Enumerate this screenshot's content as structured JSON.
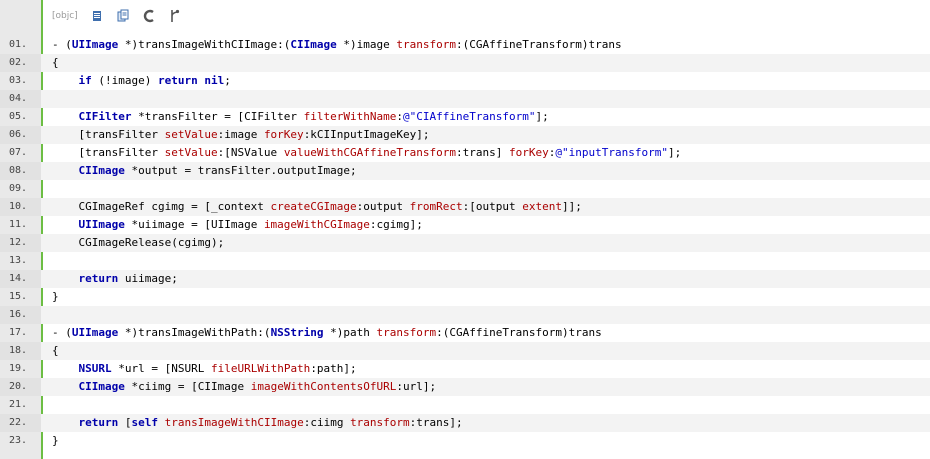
{
  "toolbar": {
    "language_label": "[objc]",
    "buttons": [
      {
        "name": "view-source-icon"
      },
      {
        "name": "copy-icon"
      },
      {
        "name": "highlight-icon"
      },
      {
        "name": "fork-icon"
      }
    ]
  },
  "code": {
    "lines": [
      {
        "n": "01.",
        "tokens": [
          [
            "p",
            "- ("
          ],
          [
            "ty",
            "UIImage"
          ],
          [
            "p",
            " *)transImageWithCIImage:("
          ],
          [
            "ty",
            "CIImage"
          ],
          [
            "p",
            " *)image "
          ],
          [
            "mt",
            "transform"
          ],
          [
            "p",
            ":(CGAffineTransform)trans"
          ]
        ]
      },
      {
        "n": "02.",
        "tokens": [
          [
            "p",
            "{"
          ]
        ]
      },
      {
        "n": "03.",
        "tokens": [
          [
            "p",
            "    "
          ],
          [
            "kw",
            "if"
          ],
          [
            "p",
            " (!image) "
          ],
          [
            "kw",
            "return"
          ],
          [
            "p",
            " "
          ],
          [
            "kw",
            "nil"
          ],
          [
            "p",
            ";"
          ]
        ]
      },
      {
        "n": "04.",
        "tokens": []
      },
      {
        "n": "05.",
        "tokens": [
          [
            "p",
            "    "
          ],
          [
            "ty",
            "CIFilter"
          ],
          [
            "p",
            " *transFilter = [CIFilter "
          ],
          [
            "mt",
            "filterWithName"
          ],
          [
            "p",
            ":"
          ],
          [
            "st",
            "@\"CIAffineTransform\""
          ],
          [
            "p",
            "];"
          ]
        ]
      },
      {
        "n": "06.",
        "tokens": [
          [
            "p",
            "    [transFilter "
          ],
          [
            "mt",
            "setValue"
          ],
          [
            "p",
            ":image "
          ],
          [
            "mt",
            "forKey"
          ],
          [
            "p",
            ":kCIInputImageKey];"
          ]
        ]
      },
      {
        "n": "07.",
        "tokens": [
          [
            "p",
            "    [transFilter "
          ],
          [
            "mt",
            "setValue"
          ],
          [
            "p",
            ":[NSValue "
          ],
          [
            "mt",
            "valueWithCGAffineTransform"
          ],
          [
            "p",
            ":trans] "
          ],
          [
            "mt",
            "forKey"
          ],
          [
            "p",
            ":"
          ],
          [
            "st",
            "@\"inputTransform\""
          ],
          [
            "p",
            "];"
          ]
        ]
      },
      {
        "n": "08.",
        "tokens": [
          [
            "p",
            "    "
          ],
          [
            "ty",
            "CIImage"
          ],
          [
            "p",
            " *output = transFilter.outputImage;"
          ]
        ]
      },
      {
        "n": "09.",
        "tokens": []
      },
      {
        "n": "10.",
        "tokens": [
          [
            "p",
            "    CGImageRef cgimg = [_context "
          ],
          [
            "mt",
            "createCGImage"
          ],
          [
            "p",
            ":output "
          ],
          [
            "mt",
            "fromRect"
          ],
          [
            "p",
            ":[output "
          ],
          [
            "mt",
            "extent"
          ],
          [
            "p",
            "]];"
          ]
        ]
      },
      {
        "n": "11.",
        "tokens": [
          [
            "p",
            "    "
          ],
          [
            "ty",
            "UIImage"
          ],
          [
            "p",
            " *uiimage = [UIImage "
          ],
          [
            "mt",
            "imageWithCGImage"
          ],
          [
            "p",
            ":cgimg];"
          ]
        ]
      },
      {
        "n": "12.",
        "tokens": [
          [
            "p",
            "    CGImageRelease(cgimg);"
          ]
        ]
      },
      {
        "n": "13.",
        "tokens": []
      },
      {
        "n": "14.",
        "tokens": [
          [
            "p",
            "    "
          ],
          [
            "kw",
            "return"
          ],
          [
            "p",
            " uiimage;"
          ]
        ]
      },
      {
        "n": "15.",
        "tokens": [
          [
            "p",
            "}"
          ]
        ]
      },
      {
        "n": "16.",
        "tokens": []
      },
      {
        "n": "17.",
        "tokens": [
          [
            "p",
            "- ("
          ],
          [
            "ty",
            "UIImage"
          ],
          [
            "p",
            " *)transImageWithPath:("
          ],
          [
            "ty",
            "NSString"
          ],
          [
            "p",
            " *)path "
          ],
          [
            "mt",
            "transform"
          ],
          [
            "p",
            ":(CGAffineTransform)trans"
          ]
        ]
      },
      {
        "n": "18.",
        "tokens": [
          [
            "p",
            "{"
          ]
        ]
      },
      {
        "n": "19.",
        "tokens": [
          [
            "p",
            "    "
          ],
          [
            "ty",
            "NSURL"
          ],
          [
            "p",
            " *url = [NSURL "
          ],
          [
            "mt",
            "fileURLWithPath"
          ],
          [
            "p",
            ":path];"
          ]
        ]
      },
      {
        "n": "20.",
        "tokens": [
          [
            "p",
            "    "
          ],
          [
            "ty",
            "CIImage"
          ],
          [
            "p",
            " *ciimg = [CIImage "
          ],
          [
            "mt",
            "imageWithContentsOfURL"
          ],
          [
            "p",
            ":url];"
          ]
        ]
      },
      {
        "n": "21.",
        "tokens": []
      },
      {
        "n": "22.",
        "tokens": [
          [
            "p",
            "    "
          ],
          [
            "kw",
            "return"
          ],
          [
            "p",
            " ["
          ],
          [
            "kw",
            "self"
          ],
          [
            "p",
            " "
          ],
          [
            "mt",
            "transImageWithCIImage"
          ],
          [
            "p",
            ":ciimg "
          ],
          [
            "mt",
            "transform"
          ],
          [
            "p",
            ":trans];"
          ]
        ]
      },
      {
        "n": "23.",
        "tokens": [
          [
            "p",
            "}"
          ]
        ]
      }
    ]
  }
}
